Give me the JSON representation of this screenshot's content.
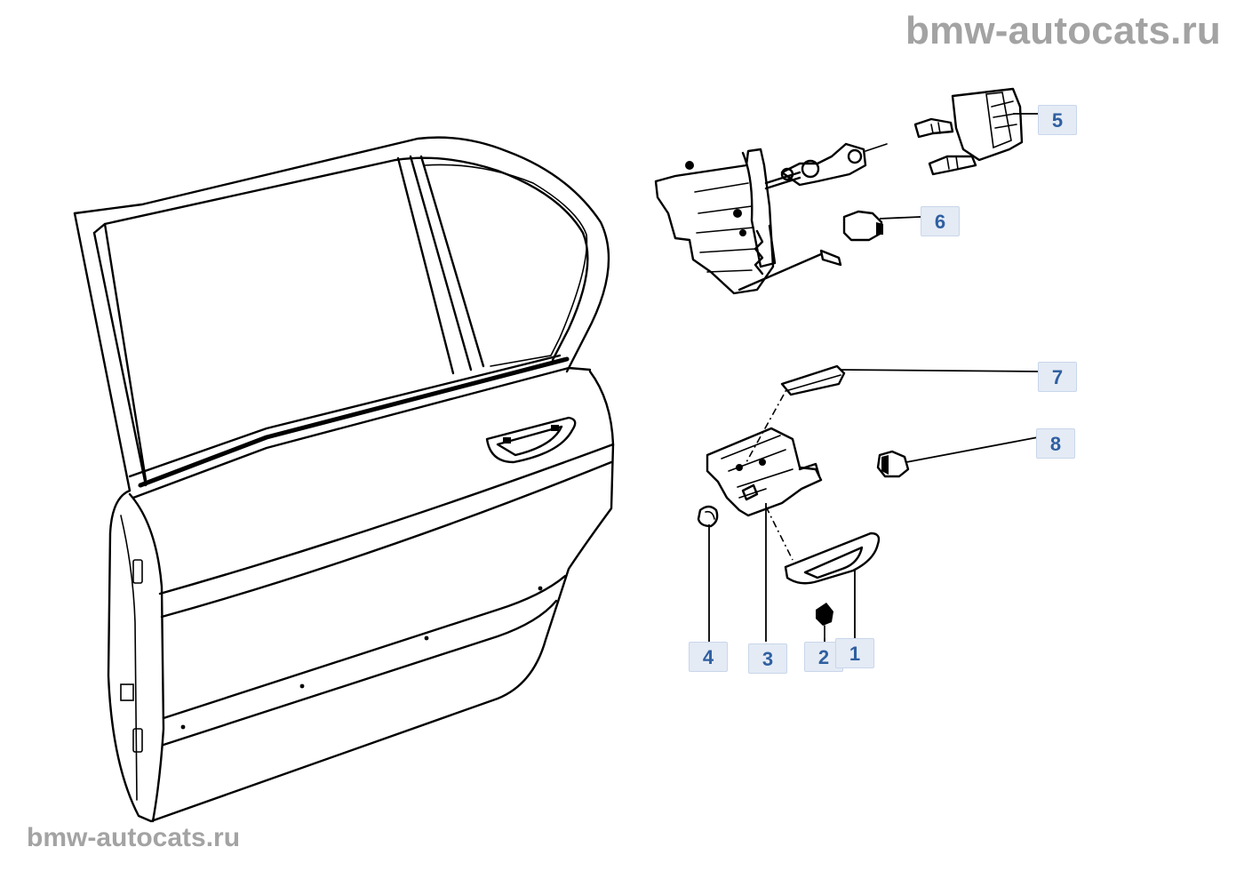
{
  "watermark": {
    "top": "bmw-autocats.ru",
    "bottom": "bmw-autocats.ru"
  },
  "callouts": [
    {
      "id": "1",
      "label": "1"
    },
    {
      "id": "2",
      "label": "2"
    },
    {
      "id": "3",
      "label": "3"
    },
    {
      "id": "4",
      "label": "4"
    },
    {
      "id": "5",
      "label": "5"
    },
    {
      "id": "6",
      "label": "6"
    },
    {
      "id": "7",
      "label": "7"
    },
    {
      "id": "8",
      "label": "8"
    }
  ],
  "colors": {
    "callout_fill": "#e4ebf5",
    "callout_text": "#2f5fa0",
    "watermark": "#a3a3a3",
    "line": "#000000"
  }
}
